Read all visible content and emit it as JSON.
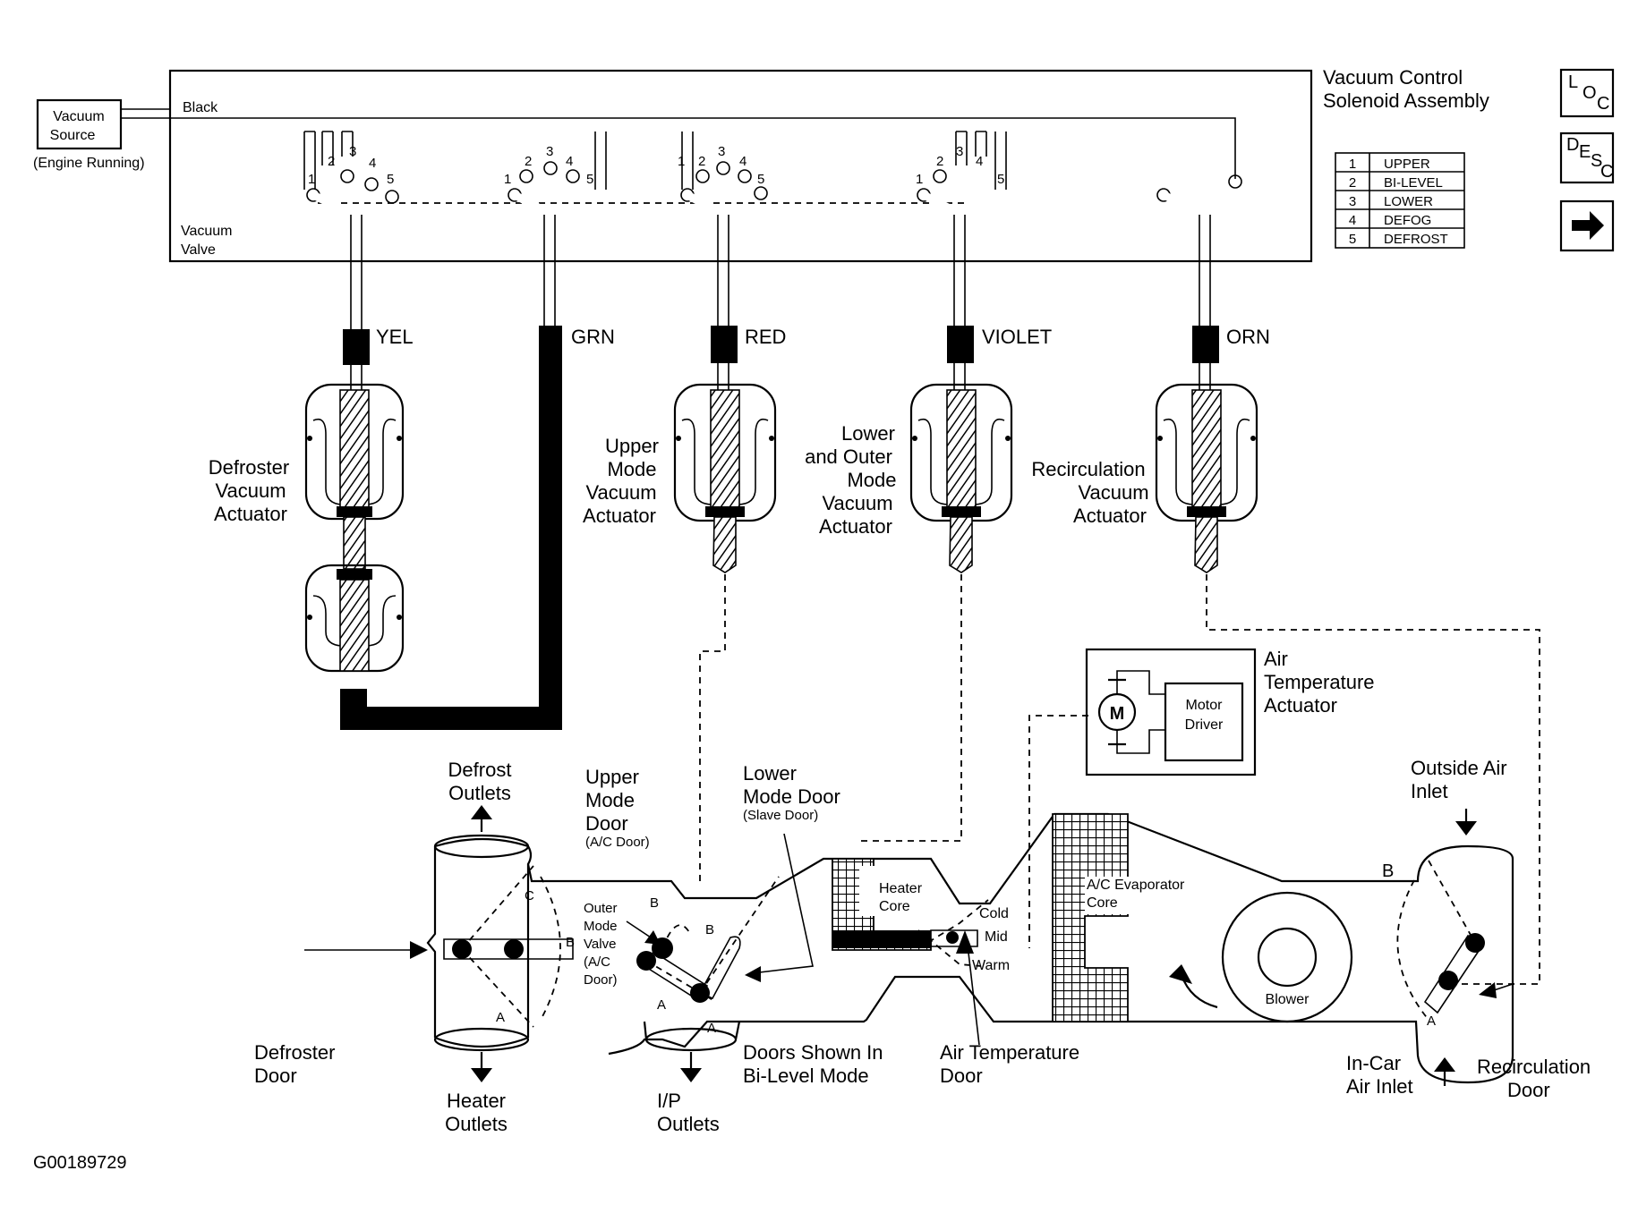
{
  "solenoid": {
    "title_line1": "Vacuum Control",
    "title_line2": "Solenoid Assembly",
    "black_label": "Black",
    "vacuum_source_line1": "Vacuum",
    "vacuum_source_line2": "Source",
    "engine_running": "(Engine Running)",
    "vacuum_valve_line1": "Vacuum",
    "vacuum_valve_line2": "Valve"
  },
  "port_numbers": [
    "1",
    "2",
    "3",
    "4",
    "5"
  ],
  "mode_table": [
    {
      "num": "1",
      "name": "UPPER"
    },
    {
      "num": "2",
      "name": "BI-LEVEL"
    },
    {
      "num": "3",
      "name": "LOWER"
    },
    {
      "num": "4",
      "name": "DEFOG"
    },
    {
      "num": "5",
      "name": "DEFROST"
    }
  ],
  "nav_icons": {
    "loc": {
      "a": "L",
      "b": "O",
      "c": "C"
    },
    "desc": {
      "a": "D",
      "b": "E",
      "c": "S",
      "d": "C"
    },
    "arrow": "➜"
  },
  "hose_colors": {
    "yel": "YEL",
    "grn": "GRN",
    "red": "RED",
    "violet": "VIOLET",
    "orn": "ORN"
  },
  "actuators": {
    "defroster": [
      "Defroster",
      "Vacuum",
      "Actuator"
    ],
    "upper_mode": [
      "Upper",
      "Mode",
      "Vacuum",
      "Actuator"
    ],
    "lower_outer": [
      "Lower",
      "and Outer",
      "Mode",
      "Vacuum",
      "Actuator"
    ],
    "recirculation": [
      "Recirculation",
      "Vacuum",
      "Actuator"
    ]
  },
  "air_temp_actuator": {
    "title": [
      "Air",
      "Temperature",
      "Actuator"
    ],
    "motor": "M",
    "driver_line1": "Motor",
    "driver_line2": "Driver"
  },
  "hvac": {
    "defrost_outlets": [
      "Defrost",
      "Outlets"
    ],
    "heater_outlets": [
      "Heater",
      "Outlets"
    ],
    "defroster_door": [
      "Defroster",
      "Door"
    ],
    "upper_mode_door": [
      "Upper",
      "Mode",
      "Door"
    ],
    "ac_door": "(A/C Door)",
    "outer_mode_valve": [
      "Outer",
      "Mode",
      "Valve",
      "(A/C",
      "Door)"
    ],
    "lower_mode_door": [
      "Lower",
      "Mode Door"
    ],
    "slave_door": "(Slave Door)",
    "ip_outlets": [
      "I/P",
      "Outlets"
    ],
    "doors_shown": [
      "Doors Shown In",
      "Bi-Level Mode"
    ],
    "heater_core": [
      "Heater",
      "Core"
    ],
    "cold": "Cold",
    "mid": "Mid",
    "warm": "Warm",
    "air_temp_door": [
      "Air Temperature",
      "Door"
    ],
    "evaporator": [
      "A/C Evaporator",
      "Core"
    ],
    "blower": "Blower",
    "outside_air": [
      "Outside Air",
      "Inlet"
    ],
    "in_car_air": [
      "In-Car",
      "Air Inlet"
    ],
    "recirc_door": [
      "Recirculation",
      "Door"
    ],
    "letter_a": "A",
    "letter_b": "B",
    "letter_c": "C"
  },
  "figure_id": "G00189729"
}
